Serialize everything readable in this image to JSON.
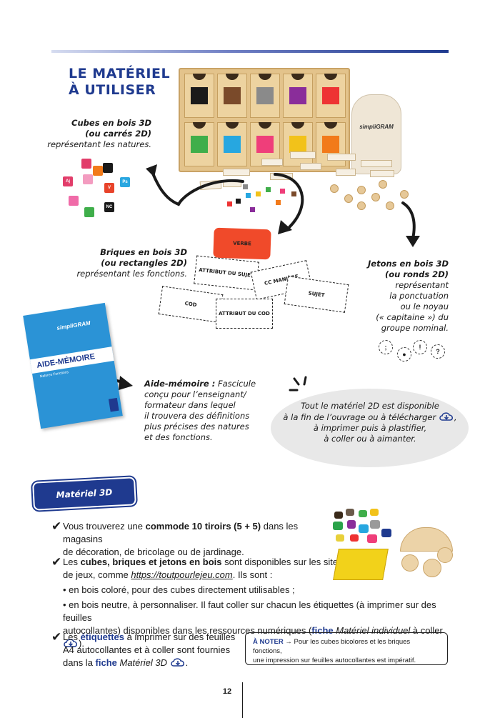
{
  "title": {
    "line1": "LE MATÉRIEL",
    "line2": "À UTILISER"
  },
  "captions": {
    "cubes": {
      "line1": "Cubes en bois 3D",
      "line2": "(ou carrés 2D)",
      "line3": "représentant les natures."
    },
    "briques": {
      "line1": "Briques en bois 3D",
      "line2": "(ou rectangles 2D)",
      "line3": "représentant les fonctions."
    },
    "jetons": {
      "line1": "Jetons en bois 3D",
      "line2": "(ou ronds 2D)",
      "line3": "représentant",
      "line4": "la ponctuation",
      "line5": "ou le noyau",
      "line6": "(« capitaine ») du",
      "line7": "groupe nominal."
    }
  },
  "mini_cubes": [
    {
      "label": "Aj",
      "color": "#e23d6a"
    },
    {
      "label": "V",
      "color": "#e8432a"
    },
    {
      "label": "Ps",
      "color": "#2aa7e0"
    },
    {
      "label": "NC",
      "color": "#1a1a1a"
    }
  ],
  "bag_logo": "simpliGRAM",
  "bricks": {
    "verbe": "VERBE",
    "attribut_sujet": "ATTRIBUT DU SUJET",
    "cc_maniere": "CC MANIÈRE",
    "sujet": "SUJET",
    "cod": "COD",
    "attribut_cod": "ATTRIBUT DU COD"
  },
  "punctuation": [
    ";",
    "●",
    "!",
    "?"
  ],
  "booklet": {
    "logo": "simpliGRAM",
    "title": "AIDE-MÉMOIRE",
    "subtitle": "Natures Fonctions"
  },
  "aide": {
    "bold": "Aide-mémoire :",
    "line1": "Fascicule",
    "line2": "conçu pour l’enseignant/",
    "line3": "formateur dans lequel",
    "line4": "il trouvera des définitions",
    "line5": "plus précises des natures",
    "line6": "et des fonctions."
  },
  "bubble": {
    "line1": "Tout le matériel 2D est disponible",
    "line2": "à la fin de l’ouvrage ou à télécharger",
    "line3": "à imprimer puis à plastifier,",
    "line4": "à coller ou à aimanter."
  },
  "section_tab": "Matériel 3D",
  "items": {
    "item1": {
      "text_a": "Vous trouverez une ",
      "bold": "commode 10 tiroirs (5 + 5)",
      "text_b": " dans les magasins",
      "line2": "de décoration, de bricolage ou de jardinage."
    },
    "item2": {
      "text_a": "Les ",
      "bold": "cubes, briques et jetons en bois",
      "text_b": " sont disponibles sur les sites",
      "line2a": "de jeux, comme ",
      "link": "https://toutpourlejeu.com",
      "line2b": ". Ils sont :",
      "bullet1": "• en bois coloré, pour des cubes directement utilisables ;",
      "bullet2a": "• en bois neutre, à personnaliser. Il faut coller sur chacun les étiquettes (à imprimer sur des feuilles",
      "bullet2b_a": "autocollantes) disponibles dans les ressources numériques (",
      "bullet2b_fiche": "fiche",
      "bullet2b_it": " Matériel individuel",
      "bullet2b_c": " à coller",
      "bullet2b_end": ")."
    },
    "item3": {
      "text_a": "Les ",
      "bold": "étiquettes",
      "text_b": " à imprimer sur des feuilles",
      "line2": "A4 autocollantes et à coller sont fournies",
      "line3a": "dans la ",
      "fiche": "fiche",
      "line3_it": " Matériel 3D",
      "line3_end": "."
    }
  },
  "check_mark": "✔",
  "note": {
    "key": "À NOTER",
    "arrow": "→",
    "line1": "Pour les cubes bicolores et les briques fonctions,",
    "line2": "une impression sur feuilles autocollantes est impératif."
  },
  "page_number": "12",
  "colors": {
    "accent_blue": "#1f3a8f",
    "verbe_red": "#f04a2a",
    "booklet_blue": "#2b93d6",
    "bubble_grey": "#e8e8e8"
  }
}
